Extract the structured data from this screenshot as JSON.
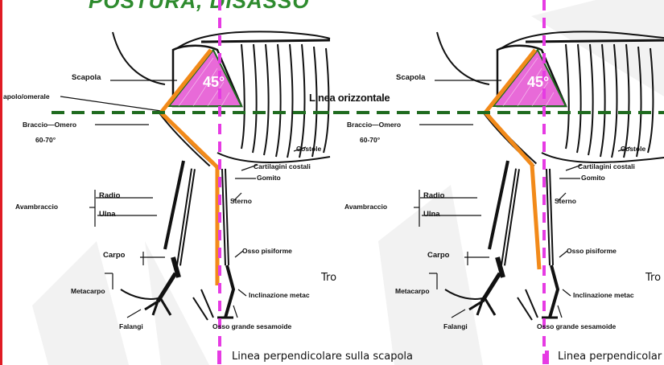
{
  "title_text": "POSTURA, DISASSO",
  "panels": [
    {
      "labels": {
        "scapola": "Scapola",
        "scapolo_omerale": "apolo/omerale",
        "braccio_omero": "Braccio—Omero",
        "angle_range": "60-70°",
        "avambraccio": "Avambraccio",
        "radio": "Radio",
        "ulna": "Ulna",
        "carpo": "Carpo",
        "metacarpo": "Metacarpo",
        "falangi": "Falangi",
        "costole": "Costole",
        "cartilagini": "Cartilagini costali",
        "gomito": "Gomito",
        "sterno": "Sterno",
        "osso_pisiforme": "Osso pisiforme",
        "inclinazione": "Inclinazione metac",
        "osso_sesamoide": "Osso grande sesamoide",
        "angle": "45°",
        "tro": "Tro"
      },
      "legend": "Linea perpendicolare sulla scapola"
    },
    {
      "labels": {
        "scapola": "Scapola",
        "braccio_omero": "Braccio—Omero",
        "angle_range": "60-70°",
        "avambraccio": "Avambraccio",
        "radio": "Radio",
        "ulna": "Ulna",
        "carpo": "Carpo",
        "metacarpo": "Metacarpo",
        "falangi": "Falangi",
        "costole": "Costole",
        "cartilagini": "Cartilagini costali",
        "gomito": "Gomito",
        "sterno": "Sterno",
        "osso_pisiforme": "Osso pisiforme",
        "inclinazione": "Inclinazione metac",
        "osso_sesamoide": "Osso grande sesamoide",
        "angle": "45°",
        "tro": "Tro"
      },
      "legend": "Linea perpendicolar"
    }
  ],
  "horizontal_line_label": "Linea orizzontale",
  "colors": {
    "accent_pink": "#e63be3",
    "triangle_fill": "#e86ad8",
    "orange_line": "#f28a1a",
    "green_dashes": "#1f6b1f",
    "title_green": "#2e8b2e",
    "border_red": "#e01b24"
  }
}
